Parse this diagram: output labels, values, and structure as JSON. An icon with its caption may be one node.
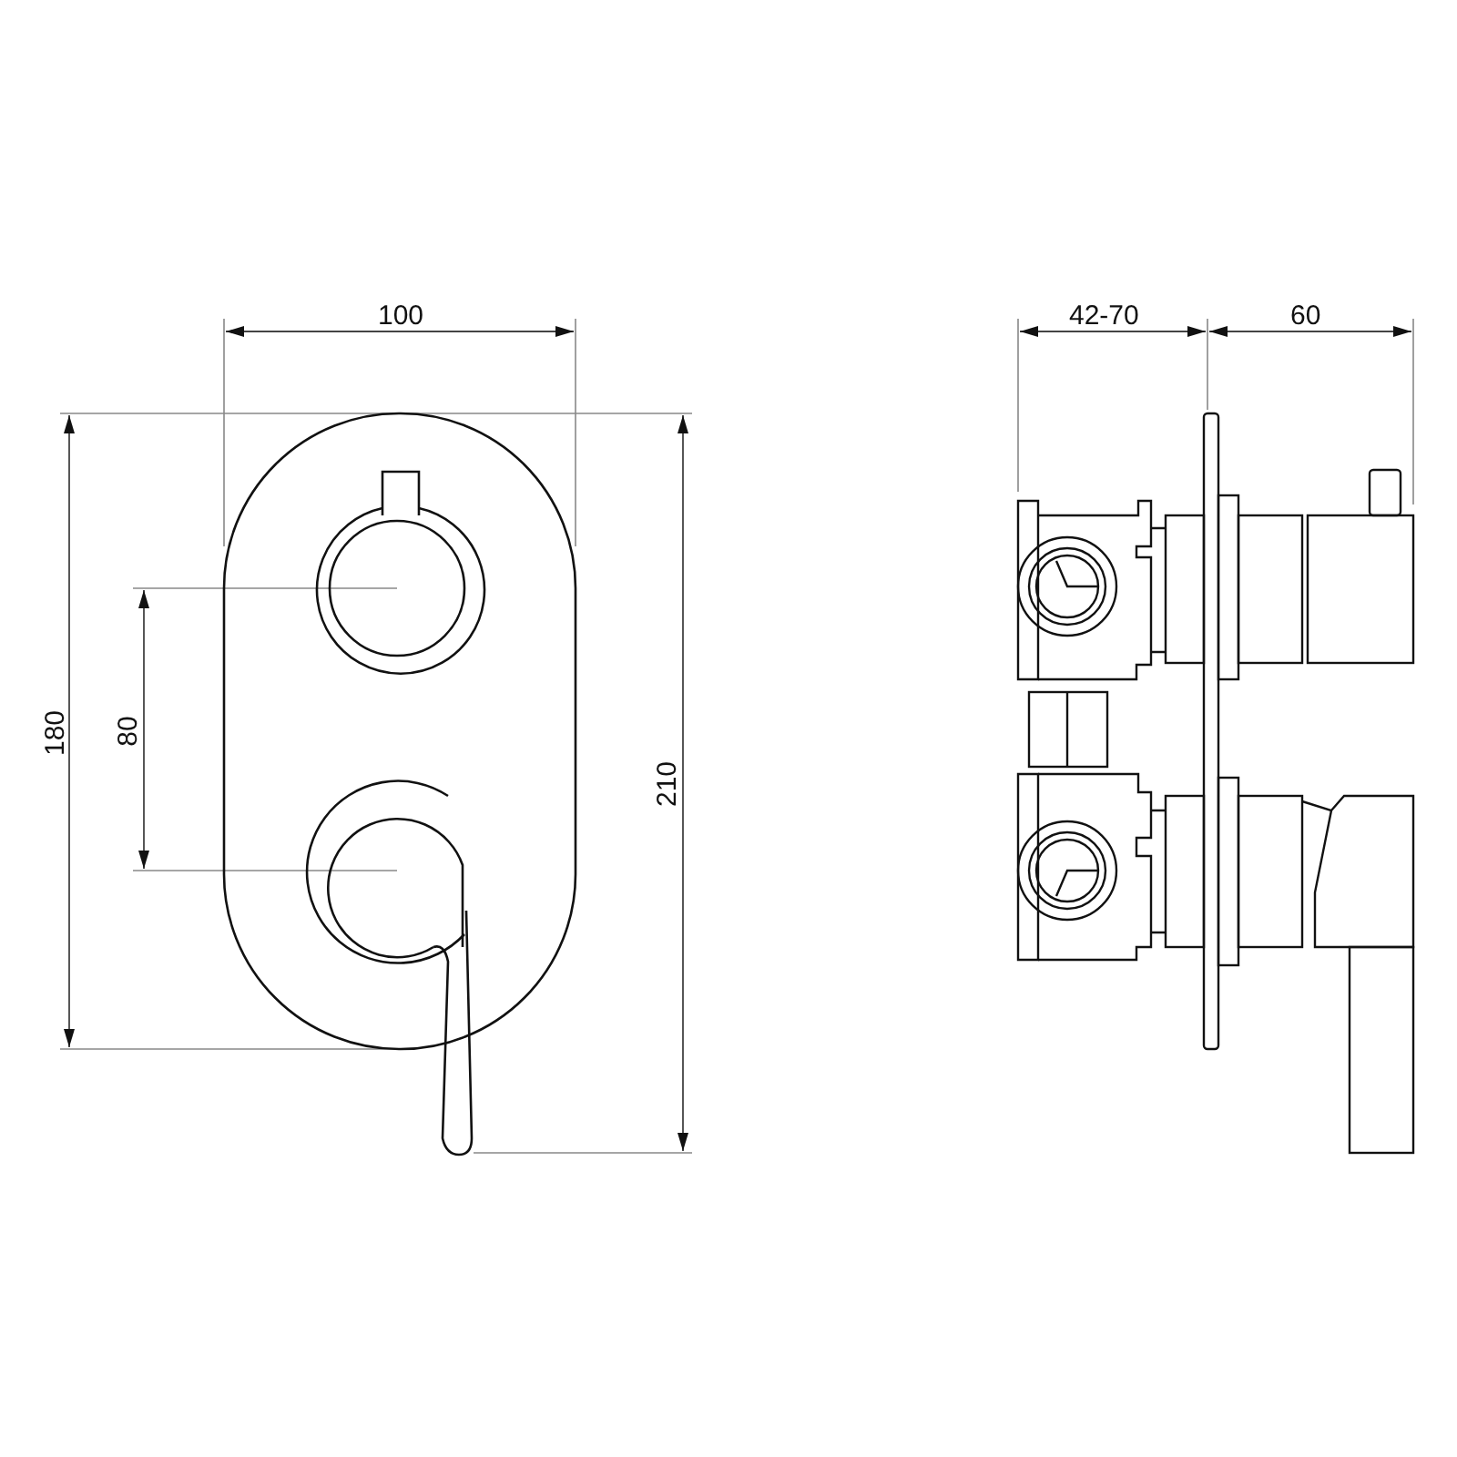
{
  "diagram": {
    "labels": [
      "100",
      "42-70",
      "60",
      "180",
      "80",
      "210"
    ]
  }
}
